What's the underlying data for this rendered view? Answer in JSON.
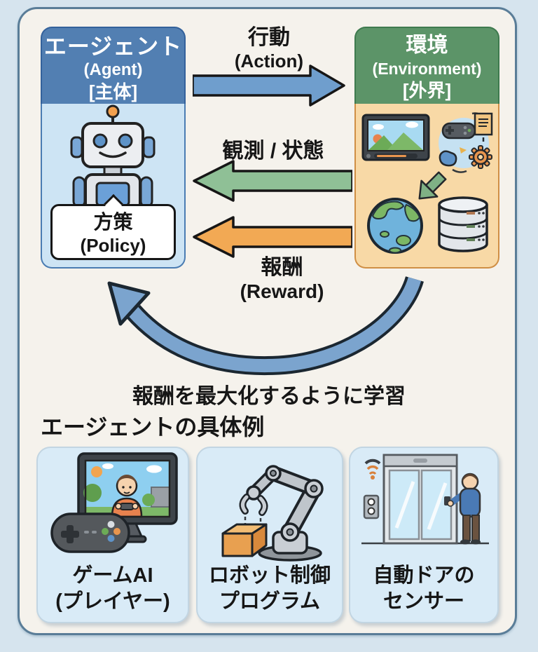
{
  "colors": {
    "background": "#d6e4ee",
    "panel": "#f5f2ec",
    "panel_border": "#5a7d98",
    "text": "#161616",
    "agent_header": "#527fb2",
    "agent_body": "#cde4f4",
    "env_header": "#5c9468",
    "env_body": "#f8d9a6",
    "action_arrow": "#6f9ecd",
    "observation_arrow": "#8fc096",
    "reward_arrow": "#f2a954",
    "loop_arrow": "#7ba4ce",
    "example_box": "#d9ebf7"
  },
  "agent_box": {
    "title": "エージェント",
    "subtitle": "(Agent)",
    "role_tag": "[主体]",
    "icon": "robot-icon",
    "policy": {
      "title": "方策",
      "subtitle": "(Policy)"
    }
  },
  "environment_box": {
    "title": "環境",
    "subtitle": "(Environment)",
    "role_tag": "[外界]",
    "icons": [
      "landscape-monitor-icon",
      "game-cycle-icon",
      "down-left-arrow-icon",
      "globe-icon",
      "database-icon"
    ]
  },
  "arrows": {
    "action": {
      "label": "行動",
      "sublabel": "(Action)",
      "direction": "left-to-right"
    },
    "observation": {
      "label": "観測 / 状態",
      "direction": "right-to-left"
    },
    "reward": {
      "label": "報酬",
      "sublabel": "(Reward)",
      "direction": "right-to-left"
    },
    "learning_loop": {
      "caption": "報酬を最大化するように学習",
      "direction": "environment-to-agent"
    }
  },
  "examples": {
    "heading": "エージェントの具体例",
    "items": [
      {
        "icon": "game-ai-icon",
        "label_line1": "ゲームAI",
        "label_line2": "(プレイヤー)"
      },
      {
        "icon": "robot-arm-icon",
        "label_line1": "ロボット制御",
        "label_line2": "プログラム"
      },
      {
        "icon": "automatic-door-icon",
        "label_line1": "自動ドアの",
        "label_line2": "センサー"
      }
    ]
  }
}
